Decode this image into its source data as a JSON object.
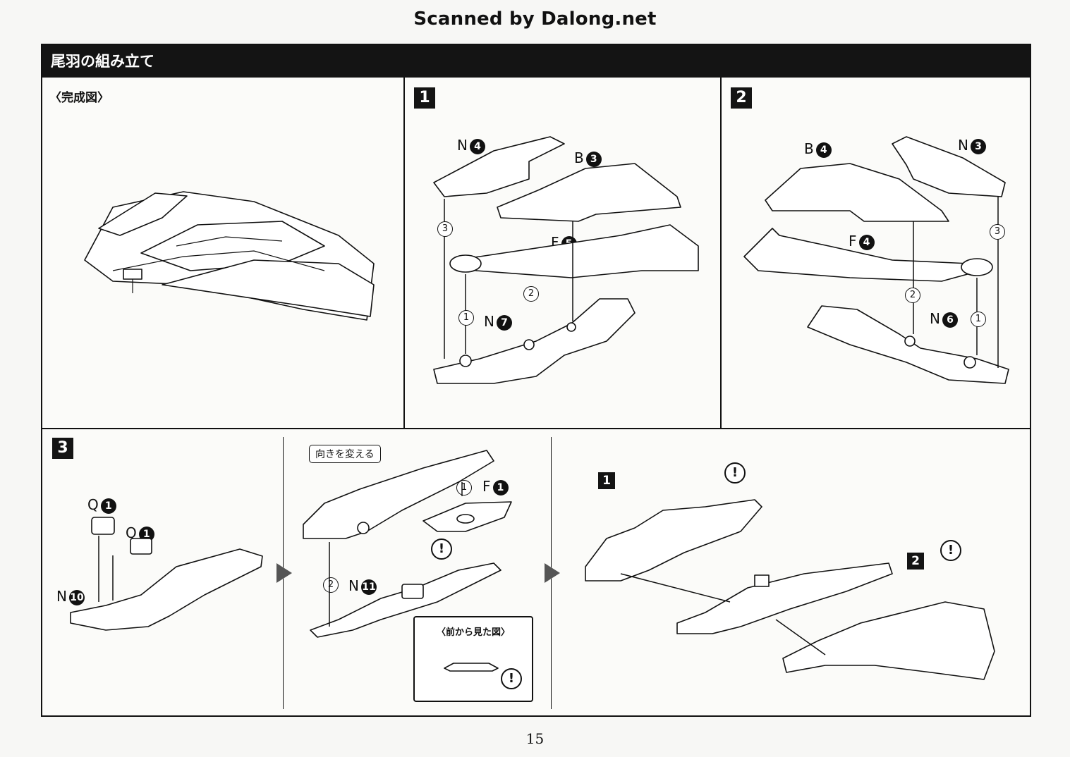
{
  "scan_credit": "Scanned by Dalong.net",
  "section_title": "尾羽の組み立て",
  "completed_view_label": "〈完成図〉",
  "steps": {
    "step1": {
      "badge": "1",
      "parts": [
        {
          "letter": "N",
          "num": "4"
        },
        {
          "letter": "B",
          "num": "3"
        },
        {
          "letter": "F",
          "num": "5"
        },
        {
          "letter": "N",
          "num": "7"
        }
      ],
      "order": [
        "3",
        "2",
        "1"
      ]
    },
    "step2": {
      "badge": "2",
      "parts": [
        {
          "letter": "B",
          "num": "4"
        },
        {
          "letter": "N",
          "num": "3"
        },
        {
          "letter": "F",
          "num": "4"
        },
        {
          "letter": "N",
          "num": "6"
        }
      ],
      "order": [
        "3",
        "2",
        "1"
      ]
    },
    "step3": {
      "badge": "3",
      "parts_a": [
        {
          "letter": "Q",
          "num": "1"
        },
        {
          "letter": "Q",
          "num": "1"
        },
        {
          "letter": "N",
          "num": "10"
        }
      ],
      "callout": "向きを変える",
      "parts_b": [
        {
          "letter": "F",
          "num": "1"
        },
        {
          "letter": "N",
          "num": "11"
        }
      ],
      "order": [
        "1",
        "2"
      ],
      "inset_title": "〈前から見た図〉",
      "sub_badges": [
        "1",
        "2"
      ],
      "warning_mark": "!"
    }
  },
  "page_number": "15"
}
